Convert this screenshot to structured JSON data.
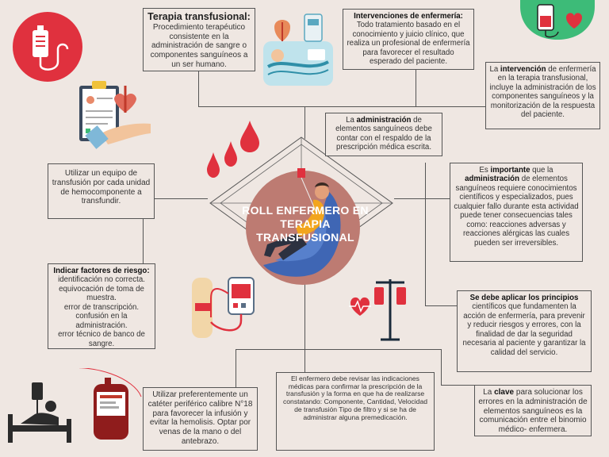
{
  "center": {
    "title": "ROLL ENFERMERO EN TERAPIA TRANSFUSIONAL"
  },
  "terapia": {
    "title": "Terapia transfusional:",
    "text": "Procedimiento terapéutico consistente en la administración de sangre o componentes sanguíneos a un ser humano."
  },
  "intervenciones": {
    "title": "Intervenciones de enfermería:",
    "text": "Todo tratamiento basado en el conocimiento y juicio clínico, que realiza un profesional de enfermería para favorecer el resultado esperado del paciente."
  },
  "intervencion_terapia": {
    "pre": "La ",
    "bold": "intervención",
    "post": " de enfermería en la terapia transfusional, incluye la administración de los componentes sanguíneos y la monitorización de la respuesta del paciente."
  },
  "administracion": {
    "pre": "La ",
    "bold": "administración",
    "post": " de elementos sanguíneos debe contar con el respaldo de la prescripción médica escrita."
  },
  "equipo": {
    "text": "Utilizar un equipo de transfusión por cada unidad de hemocomponente a transfundir."
  },
  "importante": {
    "pre": "Es ",
    "bold1": "importante",
    "mid": " que la ",
    "bold2": "administración",
    "post": " de elementos sanguíneos requiere conocimientos científicos y especializados, pues cualquier fallo durante esta actividad puede tener consecuencias tales como: reacciones adversas y reacciones alérgicas las cuales pueden ser irreversibles."
  },
  "riesgo": {
    "title": "Indicar factores de riesgo:",
    "items": [
      "identificación no correcta.",
      "equivocación de toma de muestra.",
      "error de transcripción.",
      "confusión en la administración.",
      "error técnico de banco de sangre."
    ]
  },
  "principios": {
    "bold": "Se debe aplicar los principios",
    "post": " científicos que fundamenten la acción de enfermería, para prevenir y reducir riesgos y errores, con la finalidad de dar la seguridad necesaria al paciente y garantizar la calidad del servicio."
  },
  "cateter": {
    "text": "Utilizar preferentemente un catéter periférico calibre N°18 para favorecer la infusión y evitar la hemolisis. Optar por venas de la mano o del antebrazo."
  },
  "revisar": {
    "text": "El enfermero debe revisar las indicaciones médicas para confirmar la prescripción de la transfusión y la forma en que ha de realizarse constatando: Componente, Cantidad, Velocidad de transfusión Tipo de filtro y si se ha de administrar alguna premedicación."
  },
  "clave": {
    "pre": "La ",
    "bold": "clave",
    "post": " para solucionar los errores en la administración de elementos sanguíneos es la comunicación entre el binomio médico- enfermera."
  },
  "icons": [
    "blood-bag-icon",
    "blood-donation-icon",
    "medical-clipboard-icon",
    "blood-drops-icon",
    "iv-drip-icon",
    "transfusion-arm-icon",
    "iv-stand-icon",
    "patient-bed-icon",
    "blood-bag-red-icon",
    "transfusion-machine-icon"
  ],
  "colors": {
    "background": "#efe7e2",
    "accent_red": "#e0313e",
    "green": "#3dbb78",
    "circle": "#bd7b72",
    "line": "#555555"
  }
}
